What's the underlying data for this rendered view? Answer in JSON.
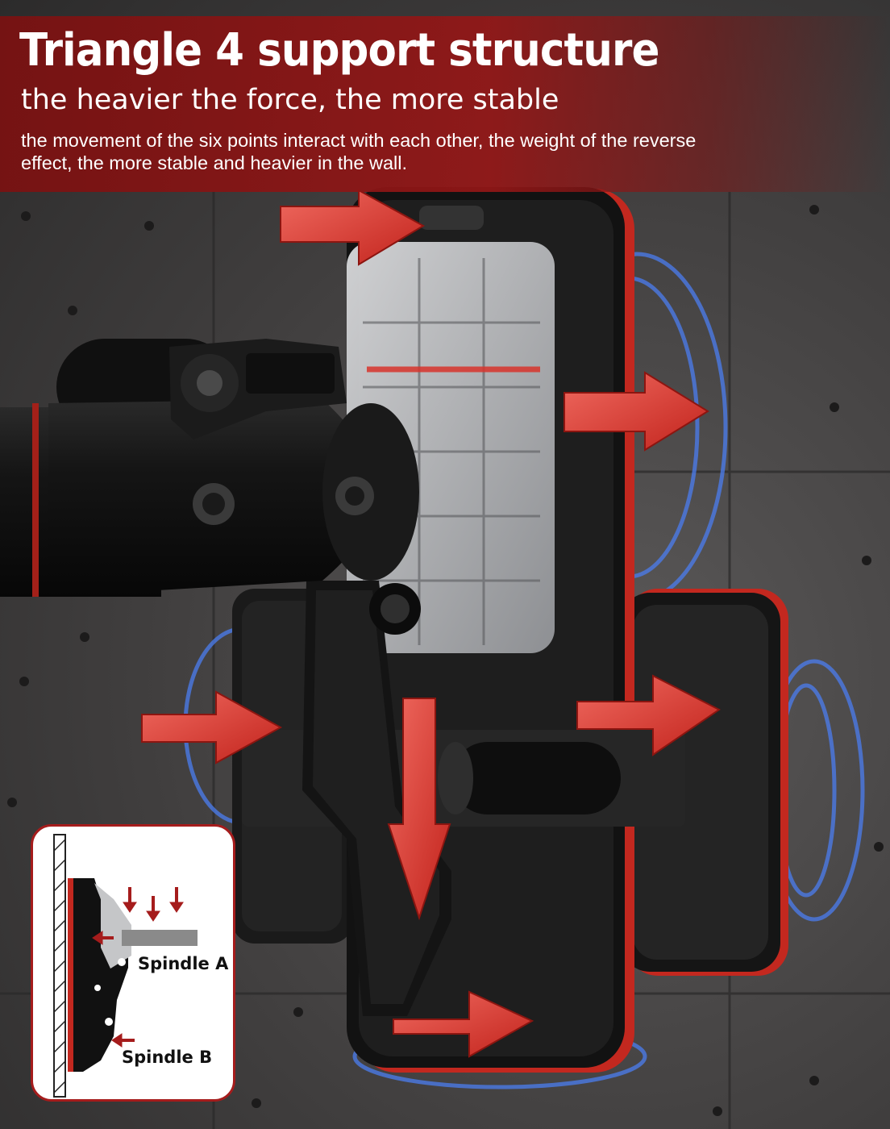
{
  "header": {
    "title": "Triangle 4 support structure",
    "subtitle": "the heavier the force, the more stable",
    "description": "the movement of the six points interact with each other, the weight of the reverse effect, the more stable and heavier in the wall."
  },
  "inset": {
    "spindle_a_label": "Spindle A",
    "spindle_b_label": "Spindle B"
  },
  "colors": {
    "brand_red": "#a51c1c",
    "arrow_red": "#e03a32",
    "glow_blue": "#4b7df0"
  },
  "icons": {
    "force_arrow": "arrow-icon",
    "inset_arrow": "down-arrow-icon"
  }
}
